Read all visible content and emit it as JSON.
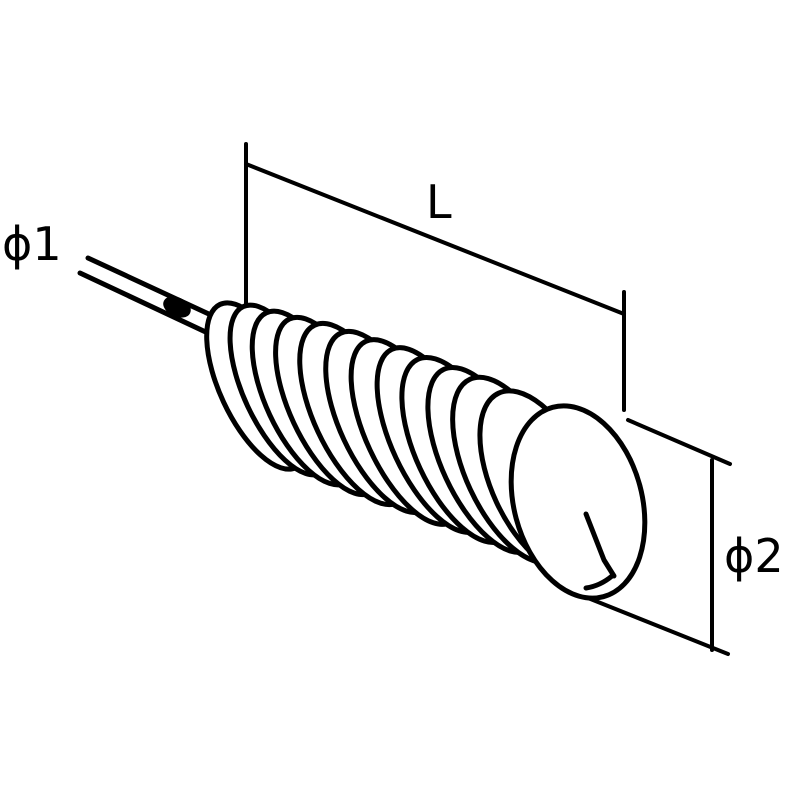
{
  "labels": {
    "wire_diameter": "ϕ1",
    "length": "L",
    "coil_diameter": "ϕ2"
  },
  "colors": {
    "stroke": "#000000",
    "background": "#ffffff"
  }
}
